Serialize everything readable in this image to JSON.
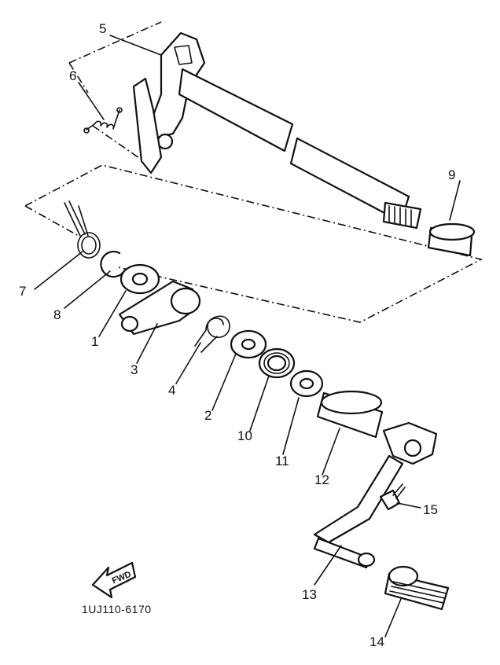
{
  "labels": {
    "p1": "1",
    "p2": "2",
    "p3": "3",
    "p4": "4",
    "p5": "5",
    "p6": "6",
    "p7": "7",
    "p8": "8",
    "p9": "9",
    "p10": "10",
    "p11": "11",
    "p12": "12",
    "p13": "13",
    "p14": "14",
    "p15": "15"
  },
  "direction_marker": "FWD",
  "diagram_code": "1UJ110-6170"
}
